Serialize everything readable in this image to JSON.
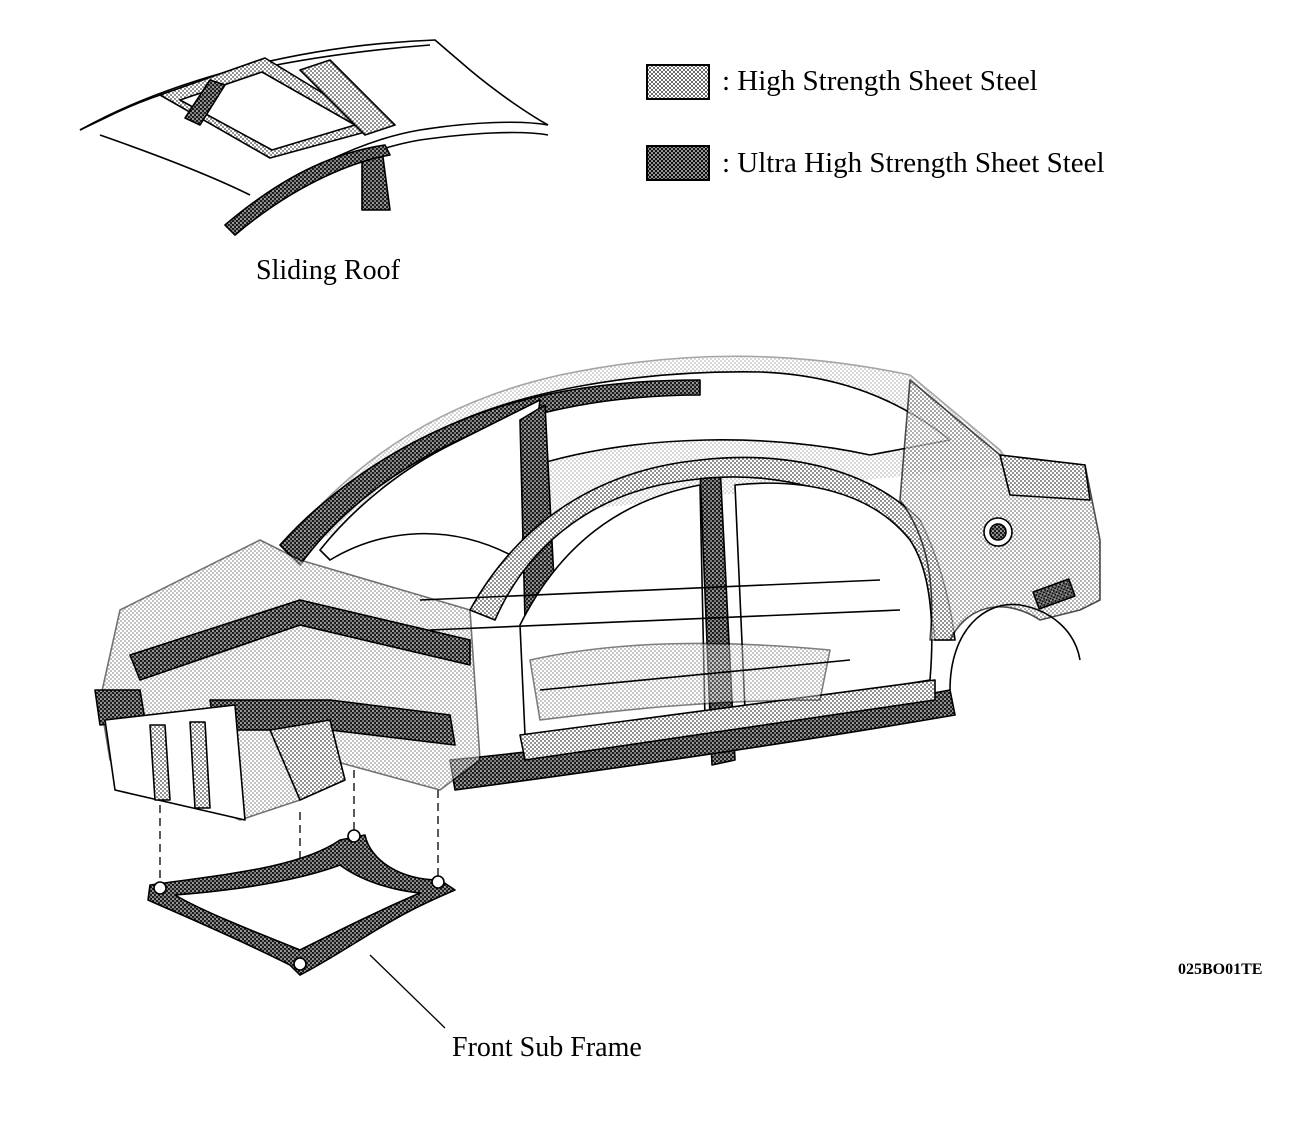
{
  "legend": {
    "items": [
      {
        "label": ": High Strength Sheet Steel",
        "pattern": "high-strength-dots"
      },
      {
        "label": ": Ultra High Strength Sheet Steel",
        "pattern": "ultra-high-strength-dots"
      }
    ]
  },
  "inset": {
    "caption": "Sliding Roof"
  },
  "main": {
    "caption": "Front Sub Frame"
  },
  "figure_code": "025BO01TE",
  "colors": {
    "line": "#000000",
    "background": "#ffffff",
    "shade_light": "#c8c8c8",
    "shade_dark": "#8a8a8a"
  }
}
